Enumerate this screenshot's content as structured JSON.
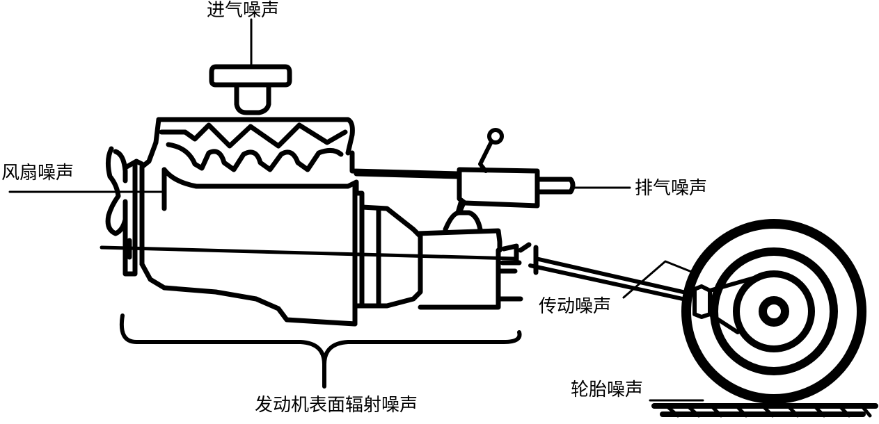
{
  "labels": {
    "intake": "进气噪声",
    "fan": "风扇噪声",
    "exhaust": "排气噪声",
    "transmission": "传动噪声",
    "tire": "轮胎噪声",
    "engine_surface": "发动机表面辐射噪声"
  },
  "colors": {
    "ink": "#000000",
    "paper": "#ffffff"
  }
}
